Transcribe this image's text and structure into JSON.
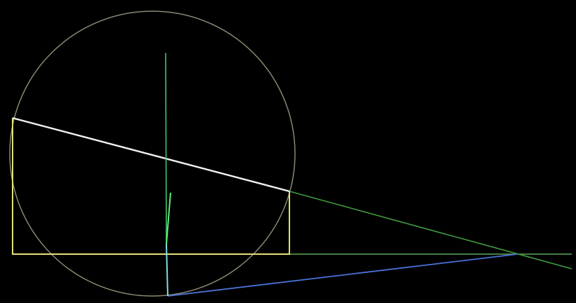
{
  "diagram": {
    "background": "#000000",
    "colors": {
      "circle": "#8a8a72",
      "rectangle": "#e6e07a",
      "chord_white": "#f2f2f2",
      "extension_green": "#3f9a3f",
      "baseline_green": "#5aa85a",
      "vertical_green": "#3fc86a",
      "short_green": "#5cf07a",
      "cyan": "#7fe0e8",
      "blue": "#4a72d8"
    },
    "elements": [
      "circle",
      "rectangle",
      "white-chord",
      "green-extension-line",
      "baseline-extension",
      "vertical-green-line",
      "short-green-segment",
      "cyan-segment",
      "blue-line"
    ]
  }
}
